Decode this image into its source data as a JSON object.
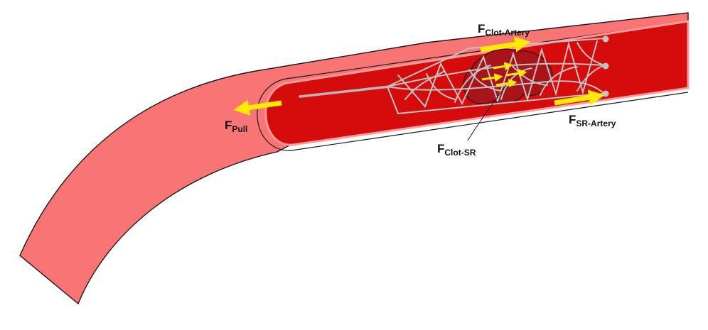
{
  "labels": {
    "clot_artery": {
      "main": "F",
      "sub": "Clot-Artery"
    },
    "pull": {
      "main": "F",
      "sub": "Pull"
    },
    "sr_artery": {
      "main": "F",
      "sub": "SR-Artery"
    },
    "clot_sr": {
      "main": "F",
      "sub": "Clot-SR"
    }
  },
  "colors": {
    "artery_wall": "#f87475",
    "blood": "#d60b0b",
    "clot": "#a8141a",
    "stent_wire": "#b0b0b0",
    "force_arrow": "#ffea00",
    "outline": "#1a1a1a"
  }
}
